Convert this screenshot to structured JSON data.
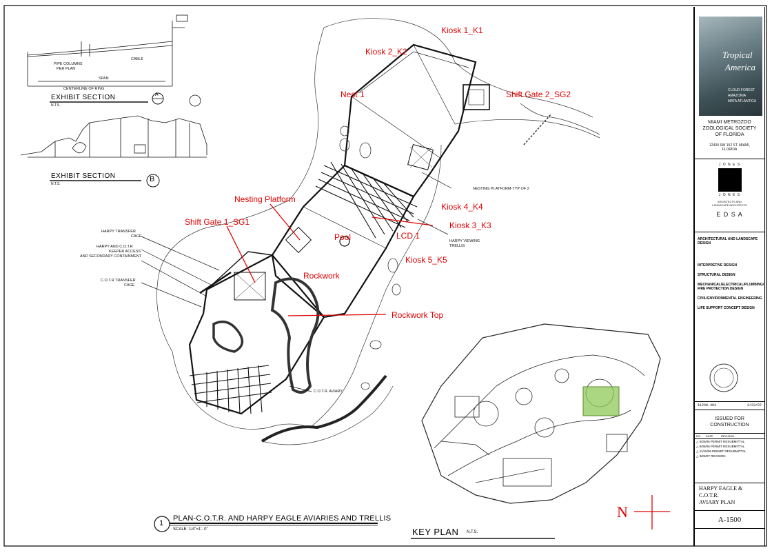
{
  "callouts": {
    "kiosk1": "Kiosk 1_K1",
    "kiosk2": "Kiosk 2_K2",
    "nest1": "Nest 1",
    "shiftgate2": "Shift Gate 2_SG2",
    "nesting_platform": "Nesting Platform",
    "kiosk4": "Kiosk 4_K4",
    "shiftgate1": "Shift Gate 1_SG1",
    "kiosk3": "Kiosk 3_K3",
    "pool": "Pool",
    "lcd1": "LCD 1",
    "kiosk5": "Kiosk 5_K5",
    "rockwork": "Rockwork",
    "rockwork_top": "Rockwork Top"
  },
  "notes": {
    "nesting_platform_typ": "NESTING PLATFORM-TYP OF 2",
    "harpy_viewing": "HARPY VIEWING",
    "trellis": "TRELLIS",
    "harpy_transfer": "HARPY TRANSFER",
    "cage": "CAGE",
    "harpy_cotr_access": "HARPY AND C.O.T.R",
    "keeper_access": "KEEPER ACCESS",
    "secondary_containment": "AND SECONDARY CONTAINMENT",
    "cotr_transfer": "C.O.T.R TRANSFER",
    "cotr_aviary": "C.O.T.R. AVIARY",
    "cable": "CABLE",
    "pipe_columns": "PIPE COLUMNS",
    "per_plan": "PER PLAN",
    "span": "SPAN",
    "centerline": "CENTERLINE OF RING"
  },
  "sections": {
    "a_title": "EXHIBIT SECTION",
    "a_marker": "A",
    "b_title": "EXHIBIT SECTION",
    "b_marker": "B",
    "nts": "N.T.S."
  },
  "plan_title": {
    "number": "1",
    "title": "PLAN-C.O.T.R. AND HARPY EAGLE AVIARIES AND TRELLIS",
    "scale": "SCALE: 1/4\"=1'- 0\""
  },
  "key_plan": {
    "title": "KEY PLAN",
    "nts": "N.T.S."
  },
  "north_label": "N",
  "title_block": {
    "logo_line1": "Tropical",
    "logo_line2": "America",
    "logo_sub1": "CLOUD FOREST",
    "logo_sub2": "AMAZONIA",
    "logo_sub3": "MATA ATLANTICA",
    "client1": "MIAMI METROZOO",
    "client2": "ZOOLOGICAL SOCIETY",
    "client3": "OF FLORIDA",
    "address": "12400 SW 152 ST. MIAMI, FLORIDA",
    "firm1_top": "J O N E S",
    "firm1_bottom": "J O N E S",
    "firm1_sub": "ARCHITECTS AND LANDSCAPE ARCHITECTS",
    "firm2": "E D S A",
    "consultants": [
      "ARCHITECTURAL AND LANDSCAPE DESIGN",
      "INTERPRETIVE DESIGN",
      "STRUCTURAL DESIGN",
      "MECHANICAL/ELECTRICAL/PLUMBING/ FIRE PROTECTION DESIGN",
      "CIVIL/ENVIRONMENTAL ENGINEERING",
      "LIFE SUPPORT CONCEPT DESIGN"
    ],
    "job_no": "11240.404",
    "date": "3/23/07",
    "issued1": "ISSUED FOR",
    "issued2": "CONSTRUCTION",
    "rev_headers": [
      "NO.",
      "DATE",
      "REVISION"
    ],
    "revisions": [
      {
        "date": "5/26/06",
        "text": "PERMIT RESUBMITTAL"
      },
      {
        "date": "8/09/06",
        "text": "PERMIT RESUBMITTAL"
      },
      {
        "date": "11/15/06",
        "text": "PERMIT RESUBMITTAL"
      },
      {
        "date": "3/23/07",
        "text": "REVISION"
      }
    ],
    "sheet_title1": "HARPY EAGLE &",
    "sheet_title2": "C.O.T.R.",
    "sheet_title3": "AVIARY PLAN",
    "sheet_number": "A-1500"
  },
  "colors": {
    "callout": "#e00000",
    "highlight": "#8fc95a",
    "line": "#111111"
  }
}
